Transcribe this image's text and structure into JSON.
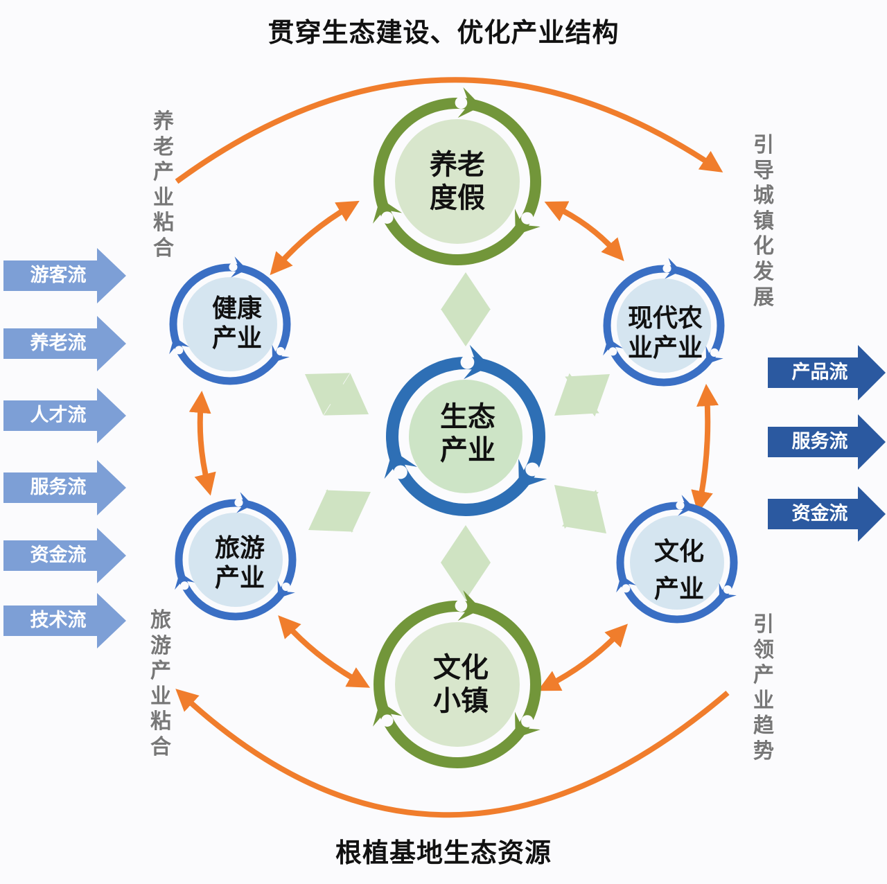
{
  "titles": {
    "top": "贯穿生态建设、优化产业结构",
    "bottom": "根植基地生态资源"
  },
  "side_labels": {
    "top_left": [
      "养",
      "老",
      "产",
      "业",
      "粘",
      "合"
    ],
    "top_right": [
      "引",
      "导",
      "城",
      "镇",
      "化",
      "发",
      "展"
    ],
    "bottom_left": [
      "旅",
      "游",
      "产",
      "业",
      "粘",
      "合"
    ],
    "bottom_right": [
      "引",
      "领",
      "产",
      "业",
      "趋",
      "势"
    ]
  },
  "nodes": {
    "center": {
      "line1": "生态",
      "line2": "产业"
    },
    "top": {
      "line1": "养老",
      "line2": "度假"
    },
    "bottom": {
      "line1": "文化",
      "line2": "小镇"
    },
    "upper_left": {
      "line1": "健康",
      "line2": "产业"
    },
    "lower_left": {
      "line1": "旅游",
      "line2": "产业"
    },
    "upper_right": {
      "line1": "现代农",
      "line2": "业产业"
    },
    "lower_right": {
      "line1": "文化",
      "line2": "产业"
    }
  },
  "inflows": [
    "游客流",
    "养老流",
    "人才流",
    "服务流",
    "资金流",
    "技术流"
  ],
  "outflows": [
    "产品流",
    "服务流",
    "资金流"
  ],
  "colors": {
    "orange": "#f07d2c",
    "green_ring": "#72963a",
    "green_fill": "#d8e6cc",
    "blue_ring": "#3a6fc4",
    "blue_ring_center": "#2e6fb5",
    "blue_fill": "#d5e5f0",
    "light_green_arrow": "#cfe3c2",
    "inflow_arrow": "#7d9fd6",
    "outflow_arrow": "#2b59a0",
    "side_text": "#777777"
  }
}
